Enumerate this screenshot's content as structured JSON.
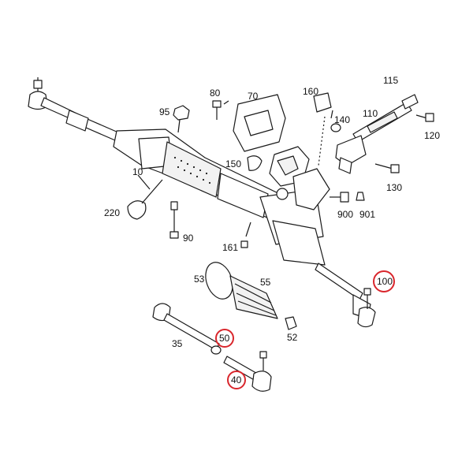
{
  "highlight_color": "#d9262c",
  "line_color": "#1a1a1a",
  "callouts": [
    {
      "id": "95",
      "text": "95"
    },
    {
      "id": "80",
      "text": "80"
    },
    {
      "id": "70",
      "text": "70"
    },
    {
      "id": "160",
      "text": "160"
    },
    {
      "id": "115",
      "text": "115"
    },
    {
      "id": "110",
      "text": "110"
    },
    {
      "id": "140",
      "text": "140"
    },
    {
      "id": "120",
      "text": "120"
    },
    {
      "id": "150",
      "text": "150"
    },
    {
      "id": "130",
      "text": "130"
    },
    {
      "id": "10",
      "text": "10"
    },
    {
      "id": "220",
      "text": "220"
    },
    {
      "id": "90",
      "text": "90"
    },
    {
      "id": "900",
      "text": "900"
    },
    {
      "id": "901",
      "text": "901"
    },
    {
      "id": "161",
      "text": "161"
    },
    {
      "id": "53",
      "text": "53"
    },
    {
      "id": "55",
      "text": "55"
    },
    {
      "id": "100",
      "text": "100",
      "highlighted": true
    },
    {
      "id": "35",
      "text": "35"
    },
    {
      "id": "50",
      "text": "50",
      "highlighted": true
    },
    {
      "id": "52",
      "text": "52"
    },
    {
      "id": "40",
      "text": "40",
      "highlighted": true
    }
  ]
}
